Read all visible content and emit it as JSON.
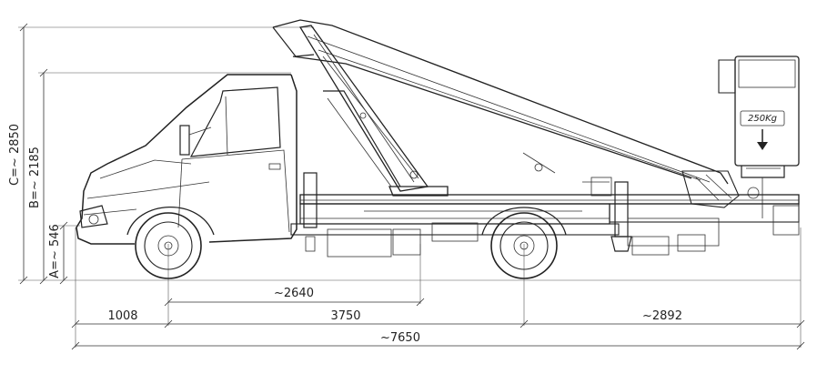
{
  "dimensions": {
    "front_overhang": "1008",
    "wheelbase": "3750",
    "rear_overhang": "~2892",
    "overall_length": "~7650",
    "platform_reference": "~2640",
    "height_C": "C=~ 2850",
    "height_B": "B=~ 2185",
    "height_A": "A=~ 546"
  },
  "basket": {
    "load_label": "250Kg"
  }
}
